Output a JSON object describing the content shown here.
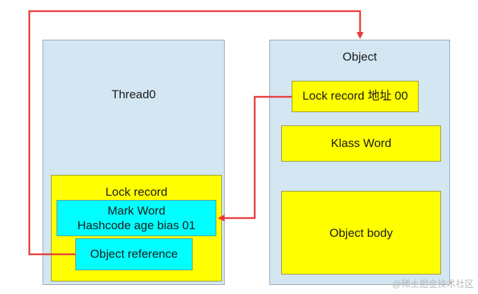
{
  "thread_panel": {
    "title": "Thread0",
    "lock_record": {
      "title": "Lock record",
      "mark_word_line1": "Mark Word",
      "mark_word_line2": "Hashcode age bias 01",
      "object_reference": "Object reference"
    }
  },
  "object_panel": {
    "title": "Object",
    "header_lock": "Lock record 地址 00",
    "klass_word": "Klass Word",
    "object_body": "Object body"
  },
  "watermark": "@稀土掘金技术社区",
  "colors": {
    "panel_fill": "#d3e6f2",
    "yellow": "#ffff00",
    "cyan": "#00ffff",
    "arrow": "#e83a3a"
  }
}
